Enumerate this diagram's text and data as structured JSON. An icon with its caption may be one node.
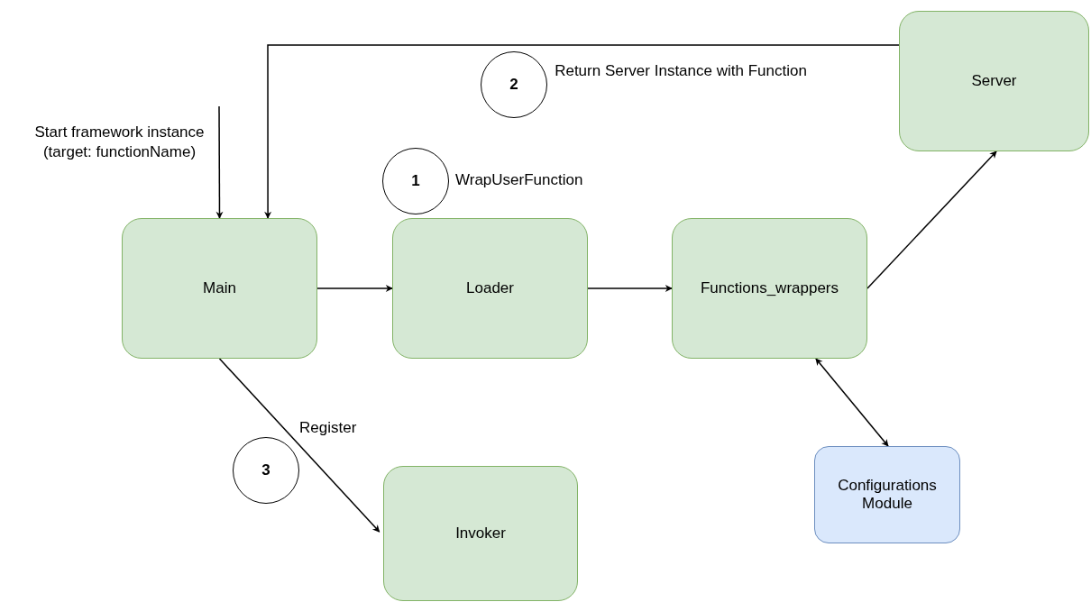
{
  "diagram": {
    "nodes": [
      {
        "text": [
          "Main"
        ]
      },
      {
        "text": [
          "Loader"
        ]
      },
      {
        "text": [
          "Functions_wrappers"
        ]
      },
      {
        "text": [
          "Server"
        ]
      },
      {
        "text": [
          "Invoker"
        ]
      },
      {
        "text": [
          "Configurations Module"
        ]
      },
      {
        "text": [
          "1"
        ],
        "beside": [
          "WrapUserFunction"
        ]
      },
      {
        "text": [
          "2"
        ],
        "beside": [
          "Return Server Instance with Function"
        ]
      },
      {
        "text": [
          "3"
        ]
      }
    ],
    "edges": [
      {
        "from": null,
        "to": 0,
        "arrow": "to"
      },
      {
        "from": 3,
        "to": 0,
        "arrow": "to"
      },
      {
        "from": 0,
        "to": 1,
        "arrow": "to"
      },
      {
        "from": 1,
        "to": 2,
        "arrow": "to"
      },
      {
        "from": 2,
        "to": 3,
        "arrow": "to"
      },
      {
        "from": 2,
        "to": 5,
        "arrow": "both"
      },
      {
        "from": 0,
        "to": 4,
        "arrow": "to",
        "label": "Register"
      }
    ],
    "labels": [
      "Start framework instance (target: functionName)"
    ]
  }
}
